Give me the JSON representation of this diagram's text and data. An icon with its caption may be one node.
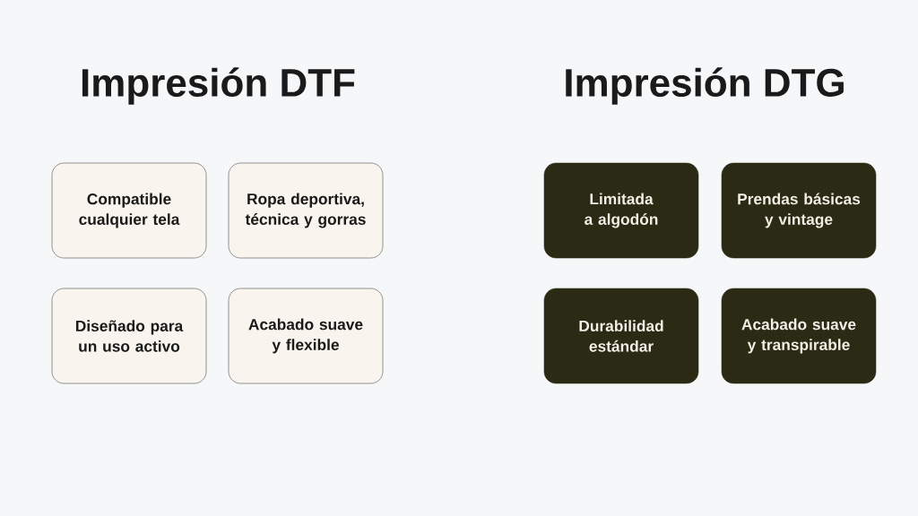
{
  "diagram": {
    "nodes": [
      {
        "text": [
          "Compatible cualquier tela"
        ]
      },
      {
        "text": [
          "Ropa deportiva, técnica y gorras"
        ]
      },
      {
        "text": [
          "Diseñado para un uso activo"
        ]
      },
      {
        "text": [
          "Acabado suave y flexible"
        ]
      },
      {
        "text": [
          "Limitada a algodón"
        ]
      },
      {
        "text": [
          "Prendas básicas y vintage"
        ]
      },
      {
        "text": [
          "Durabilidad estándar"
        ]
      },
      {
        "text": [
          "Acabado suave y transpirable"
        ]
      }
    ],
    "labels": [
      "Impresión DTF",
      "Impresión DTG"
    ]
  }
}
